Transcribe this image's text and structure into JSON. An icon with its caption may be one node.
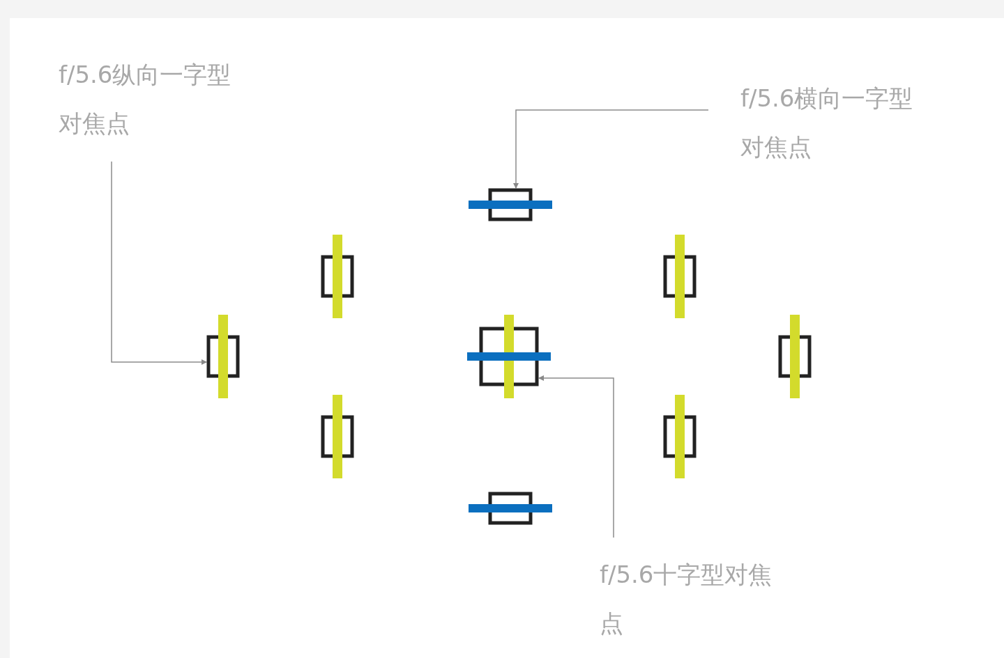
{
  "diagram": {
    "nodes": [
      {
        "text": [
          "f/5.6纵向一字型对焦点"
        ]
      },
      {
        "text": [
          "f/5.6横向一字型对焦点"
        ]
      },
      {
        "text": [],
        "shape": "box"
      },
      {
        "text": [],
        "shape": "box"
      },
      {
        "text": [],
        "shape": "box"
      },
      {
        "text": [],
        "shape": "box"
      },
      {
        "text": [],
        "shape": "box"
      },
      {
        "text": [],
        "shape": "box"
      },
      {
        "text": [],
        "shape": "box"
      },
      {
        "text": [],
        "shape": "box"
      },
      {
        "text": [],
        "shape": "box"
      },
      {
        "text": [
          "f/5.6十字型对焦点"
        ]
      }
    ],
    "edges": [
      {
        "from": 0,
        "to": 2,
        "arrow": "to"
      },
      {
        "from": 1,
        "to": 5,
        "arrow": "to"
      },
      {
        "from": 11,
        "to": 6,
        "arrow": "to"
      }
    ]
  }
}
